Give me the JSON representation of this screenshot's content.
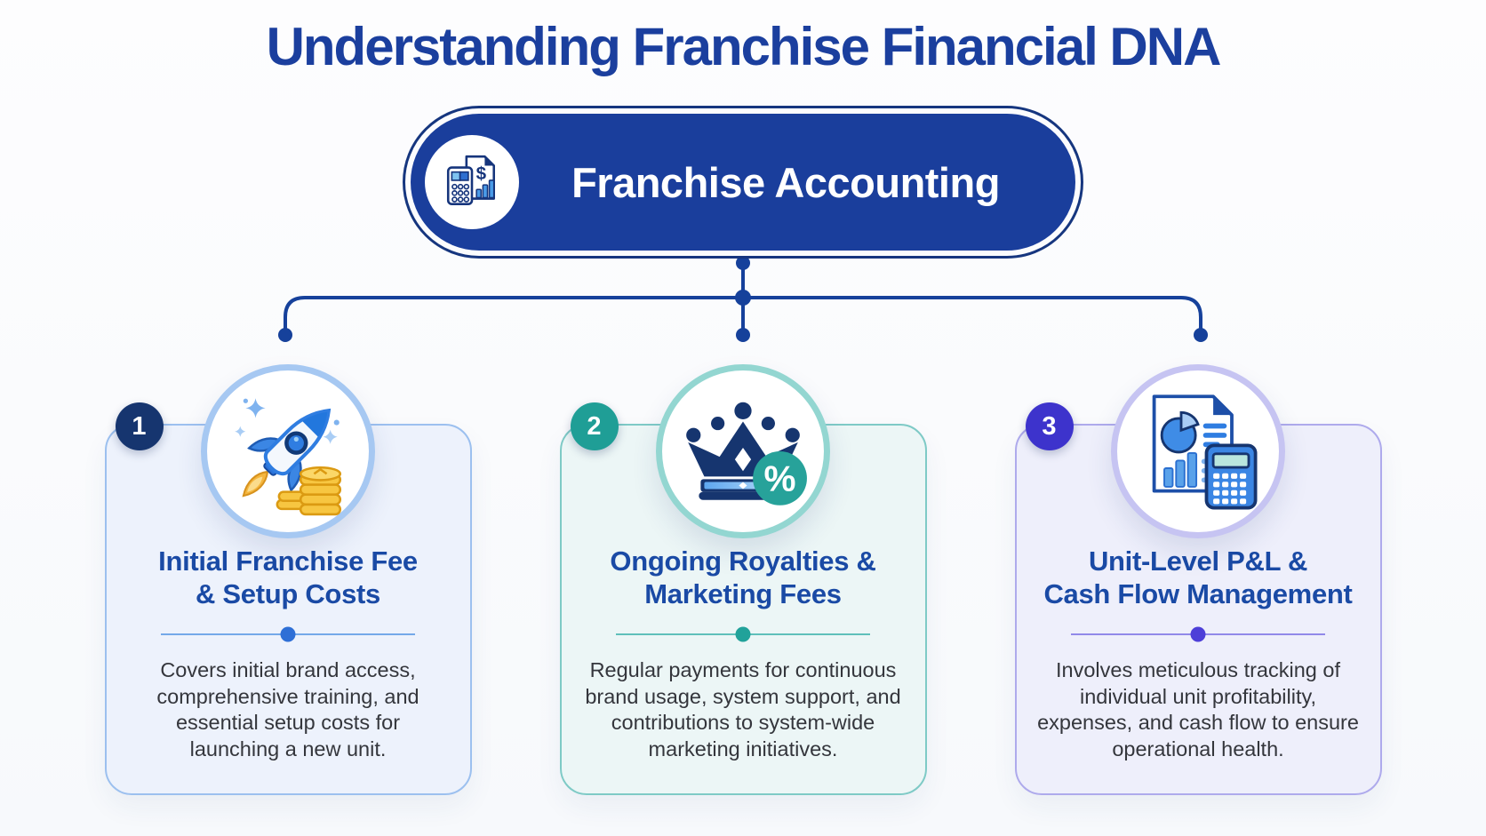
{
  "title": "Understanding Franchise Financial DNA",
  "title_color": "#1b3f9e",
  "pill": {
    "label": "Franchise Accounting",
    "icon": "calculator-document-icon",
    "bg_color": "#1a3e9c",
    "outline_color": "#16367f"
  },
  "connector_color": "#16419b",
  "cards": [
    {
      "number": "1",
      "title": "Initial Franchise Fee\n& Setup Costs",
      "description": "Covers initial brand access,\ncomprehensive training, and\nessential setup costs for\nlaunching a new unit.",
      "icon": "rocket-coins-icon",
      "accent": "#2e6fd6",
      "badge_bg": "#16356f",
      "card_bg": "#edf2fc",
      "card_border": "#9cc0ef",
      "ring": "#a6c8f2",
      "divider_line": "#74a9e9"
    },
    {
      "number": "2",
      "title": "Ongoing Royalties &\nMarketing Fees",
      "description": "Regular payments for continuous\nbrand usage, system support, and\ncontributions to system-wide\nmarketing initiatives.",
      "icon": "crown-percent-icon",
      "accent": "#21a29a",
      "badge_bg": "#1f9e96",
      "card_bg": "#ecf6f6",
      "card_border": "#7ecac6",
      "ring": "#93d6d1",
      "divider_line": "#5fc0ba"
    },
    {
      "number": "3",
      "title": "Unit-Level P&L &\nCash Flow Management",
      "description": "Involves meticulous tracking of\nindividual unit profitability,\nexpenses, and cash flow to ensure\noperational health.",
      "icon": "report-calculator-icon",
      "accent": "#4d3fd8",
      "badge_bg": "#3d33cc",
      "card_bg": "#eeeffb",
      "card_border": "#aeaaec",
      "ring": "#c6c4f2",
      "divider_line": "#9189e9"
    }
  ]
}
